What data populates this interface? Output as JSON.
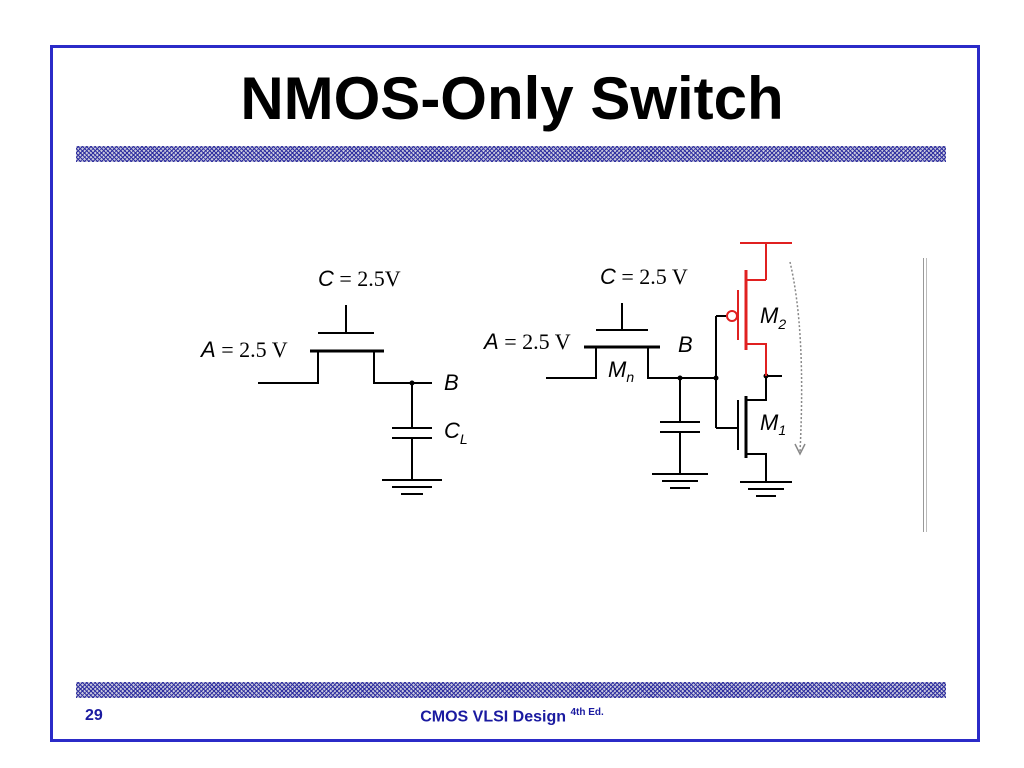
{
  "slide": {
    "title": "NMOS-Only Switch",
    "page_number": "29",
    "footer": {
      "text": "CMOS VLSI Design",
      "edition": "4th Ed."
    }
  },
  "left_circuit": {
    "gate_label_var": "C",
    "gate_label_value": " = 2.5V",
    "input_label_var": "A",
    "input_label_value": " = 2.5 V",
    "output_label": "B",
    "cap_label_main": "C",
    "cap_label_sub": "L"
  },
  "right_circuit": {
    "gate_label_var": "C",
    "gate_label_value": " = 2.5 V",
    "input_label_var": "A",
    "input_label_value": " = 2.5 V",
    "output_label": "B",
    "pass_transistor_main": "M",
    "pass_transistor_sub": "n",
    "pmos_main": "M",
    "pmos_sub": "2",
    "nmos_main": "M",
    "nmos_sub": "1"
  },
  "colors": {
    "highlight": "#e02020",
    "frame": "#2b2bc8",
    "footer": "#1a1aa0"
  }
}
